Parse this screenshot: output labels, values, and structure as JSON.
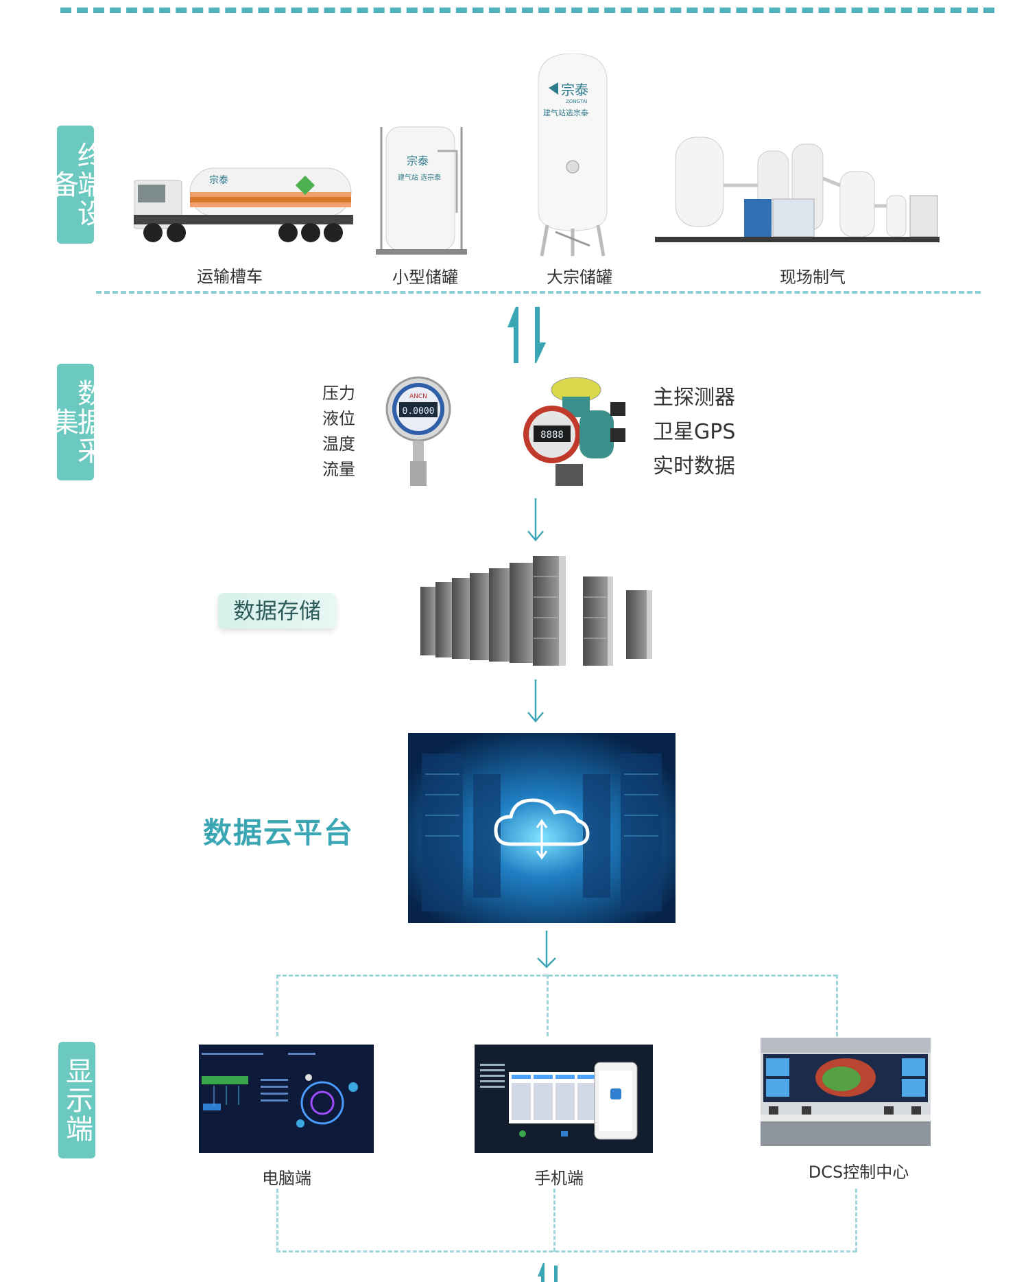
{
  "sections": {
    "terminal": "终端设备",
    "collection": "数据采集",
    "storage": "数据存储",
    "cloud": "数据云平台",
    "display": "显示端"
  },
  "devices": [
    {
      "label": "运输槽车"
    },
    {
      "label": "小型储罐"
    },
    {
      "label": "大宗储罐"
    },
    {
      "label": "现场制气"
    }
  ],
  "brand": {
    "name": "宗泰",
    "tagline": "建气站选宗泰",
    "small_tagline": "建气站  选宗泰",
    "en": "ZONGTAI"
  },
  "gauge": {
    "brand": "ANCN",
    "reading": "0.0000"
  },
  "detector": {
    "reading": "8888"
  },
  "measurements": [
    "压力",
    "液位",
    "温度",
    "流量"
  ],
  "features": [
    "主探测器",
    "卫星GPS",
    "实时数据"
  ],
  "displays": [
    {
      "label": "电脑端"
    },
    {
      "label": "手机端"
    },
    {
      "label": "DCS控制中心"
    }
  ],
  "colors": {
    "accent": "#4fb2bd",
    "label_bg": "#6cc9c0",
    "title": "#3aa5b3"
  }
}
